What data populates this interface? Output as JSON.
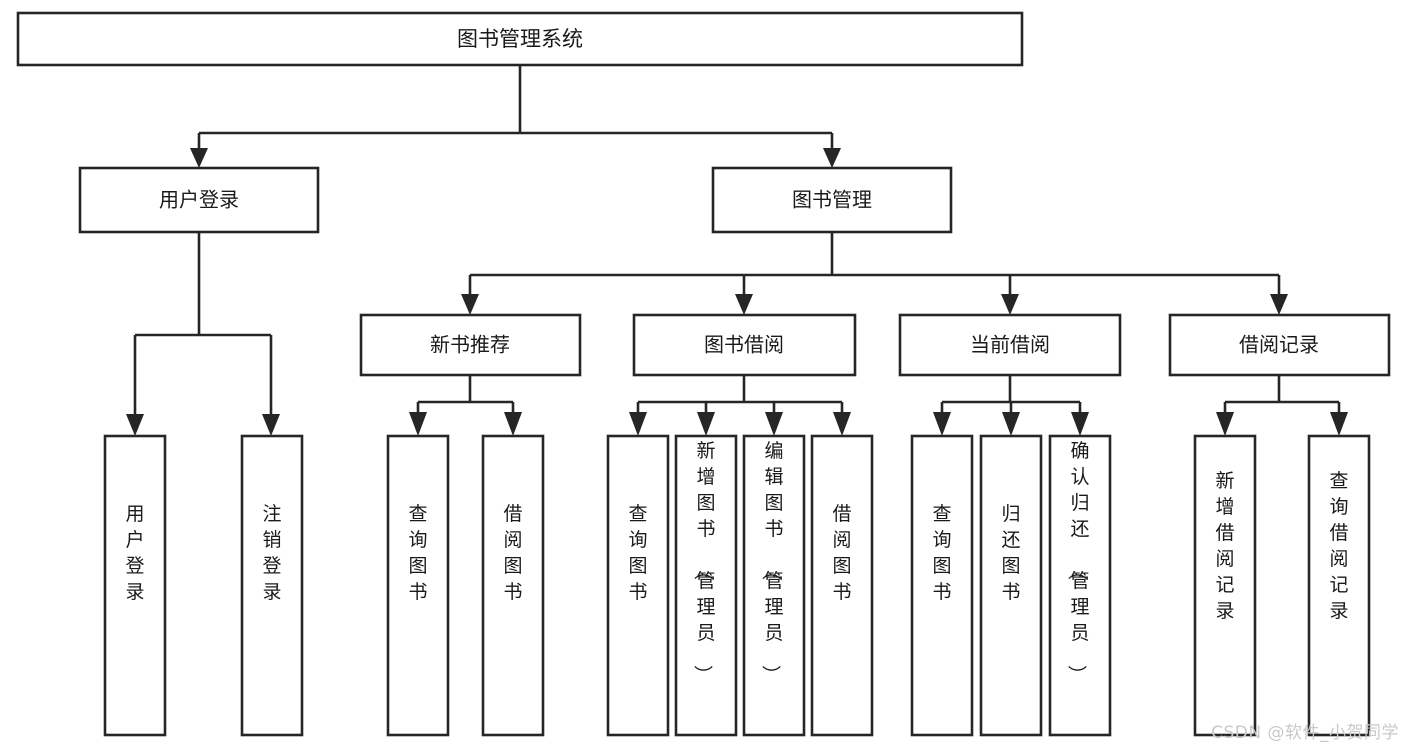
{
  "diagram": {
    "title": "图书管理系统",
    "type": "tree-hierarchy",
    "colors": {
      "stroke": "#262626",
      "fill": "#ffffff",
      "text": "#1a1a1a",
      "watermark": "#c9c9c9"
    },
    "root": {
      "label": "图书管理系统"
    },
    "level2": [
      {
        "label": "用户登录"
      },
      {
        "label": "图书管理"
      }
    ],
    "level3": [
      {
        "label": "新书推荐"
      },
      {
        "label": "图书借阅"
      },
      {
        "label": "当前借阅"
      },
      {
        "label": "借阅记录"
      }
    ],
    "leaves": {
      "user_login": [
        {
          "label": "用户登录"
        },
        {
          "label": "注销登录"
        }
      ],
      "new_book_recommend": [
        {
          "label": "查询图书"
        },
        {
          "label": "借阅图书"
        }
      ],
      "book_borrow": [
        {
          "label": "查询图书"
        },
        {
          "label": "新增图书（管理员）"
        },
        {
          "label": "编辑图书（管理员）"
        },
        {
          "label": "借阅图书"
        }
      ],
      "current_borrow": [
        {
          "label": "查询图书"
        },
        {
          "label": "归还图书"
        },
        {
          "label": "确认归还（管理员）"
        }
      ],
      "borrow_record": [
        {
          "label": "新增借阅记录"
        },
        {
          "label": "查询借阅记录"
        }
      ]
    }
  },
  "watermark": {
    "text": "CSDN @软件_小贺同学"
  }
}
